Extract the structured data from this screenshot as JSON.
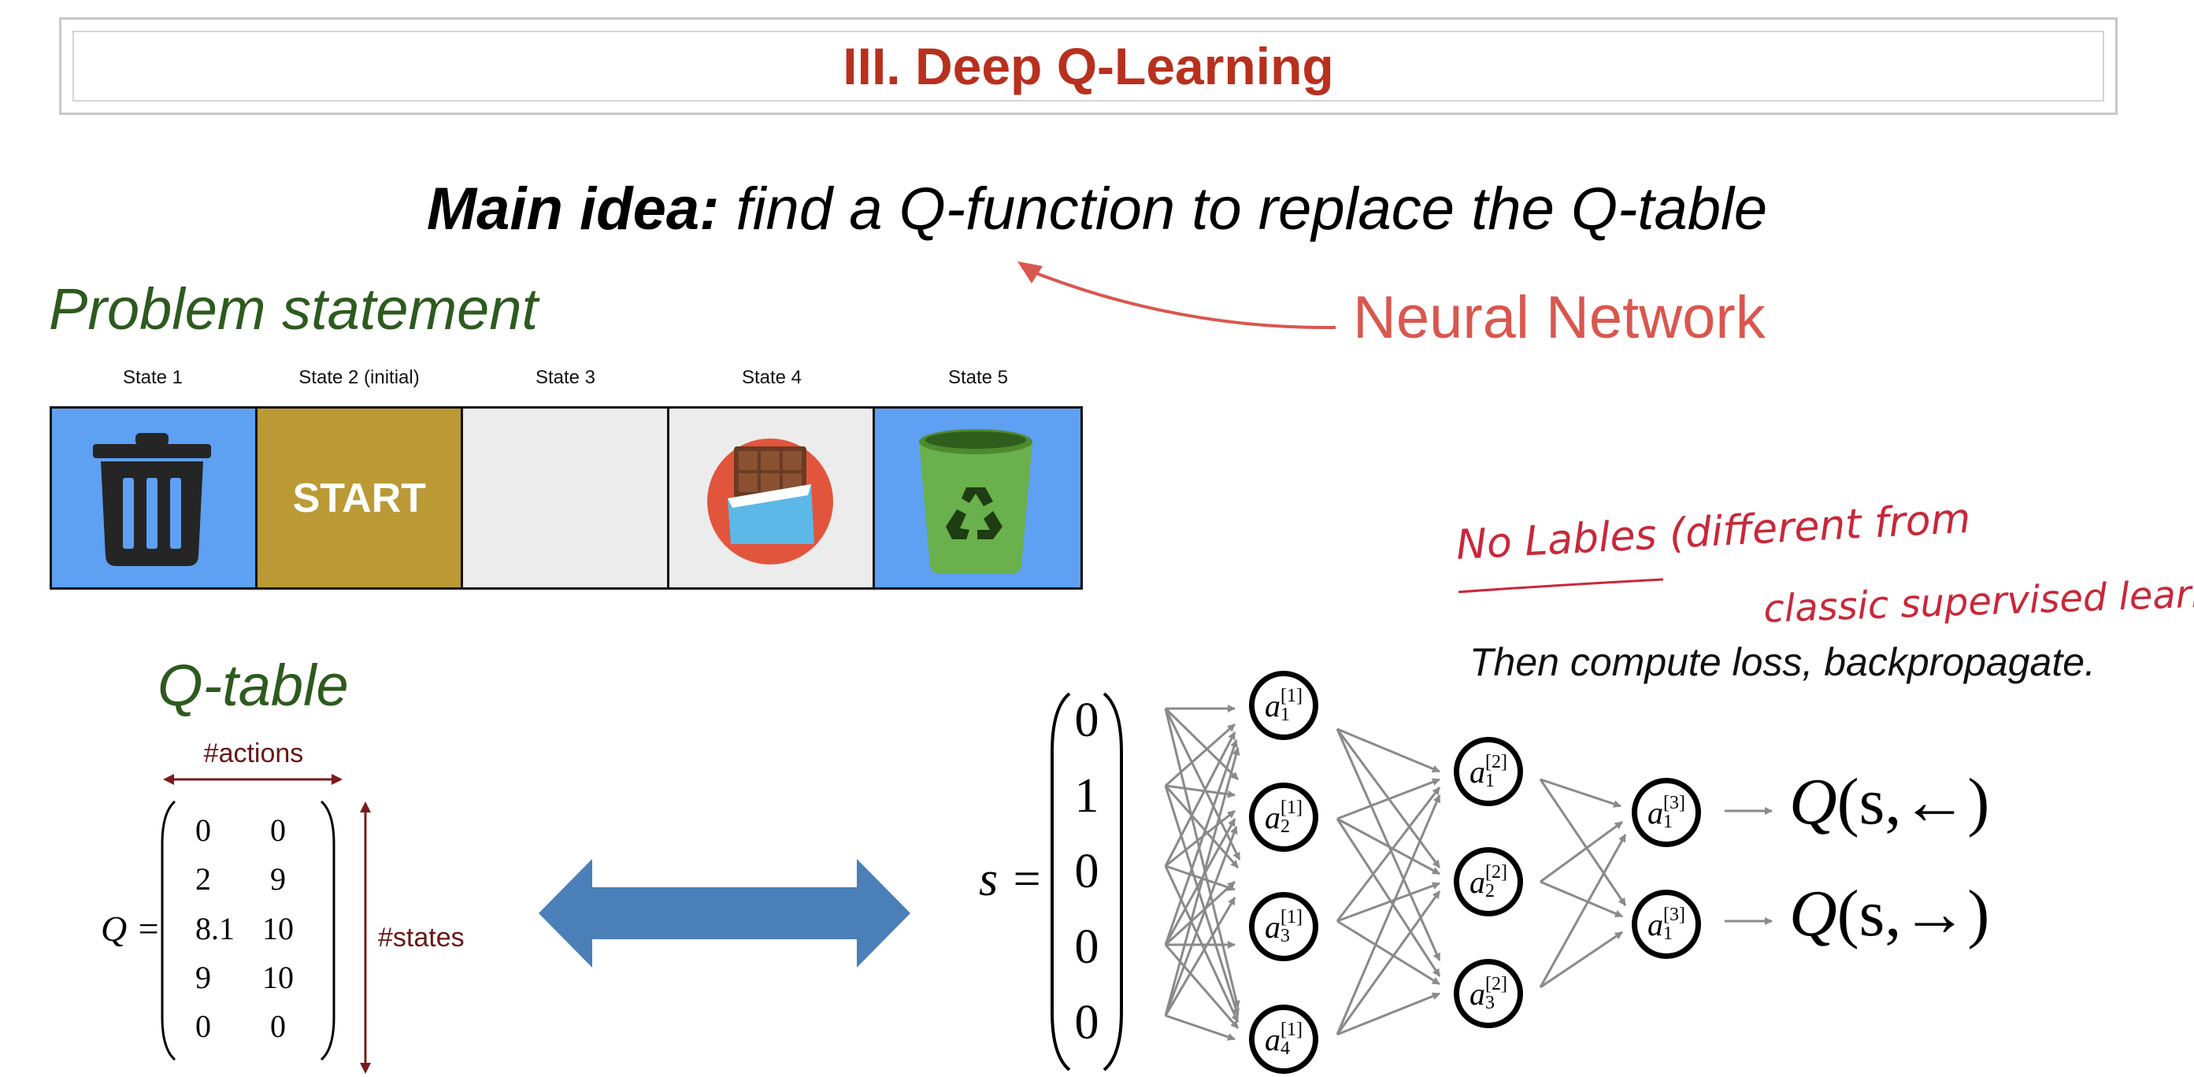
{
  "title": "III. Deep Q-Learning",
  "main_idea": {
    "bold": "Main idea:",
    "rest": " find a Q-function to replace the Q-table"
  },
  "annotation": "Neural Network",
  "problem_heading": "Problem statement",
  "states": [
    "State 1",
    "State 2 (initial)",
    "State 3",
    "State 4",
    "State 5"
  ],
  "start_label": "START",
  "icons": {
    "cell1": "trash-can-icon",
    "cell4": "chocolate-bar-icon",
    "cell5": "recycle-bin-icon"
  },
  "colors": {
    "title": "#b8301e",
    "heading_green": "#2d5a1e",
    "annotation": "#d9574f",
    "cell_blue": "#5ea0f2",
    "start_gold": "#bb9a36",
    "arrow_blue": "#4a7fb8",
    "handwriting": "#c8283a"
  },
  "qtable": {
    "heading": "Q-table",
    "actions_label": "#actions",
    "states_label": "#states",
    "q_symbol": "Q =",
    "rows": [
      [
        "0",
        "0"
      ],
      [
        "2",
        "9"
      ],
      [
        "8.1",
        "10"
      ],
      [
        "9",
        "10"
      ],
      [
        "0",
        "0"
      ]
    ]
  },
  "network": {
    "s_symbol": "s =",
    "s_vector": [
      "0",
      "1",
      "0",
      "0",
      "0"
    ],
    "layer1": [
      [
        "a",
        "1",
        "[1]"
      ],
      [
        "a",
        "2",
        "[1]"
      ],
      [
        "a",
        "3",
        "[1]"
      ],
      [
        "a",
        "4",
        "[1]"
      ]
    ],
    "layer2": [
      [
        "a",
        "1",
        "[2]"
      ],
      [
        "a",
        "2",
        "[2]"
      ],
      [
        "a",
        "3",
        "[2]"
      ]
    ],
    "layer3": [
      [
        "a",
        "1",
        "[3]"
      ],
      [
        "a",
        "1",
        "[3]"
      ]
    ],
    "outputs": [
      {
        "q": "Q",
        "args": "(s,←)"
      },
      {
        "q": "Q",
        "args": "(s,→)"
      }
    ]
  },
  "handwritten_note": {
    "line1": "No Lables (different from",
    "line2": "classic supervised learning)"
  },
  "then_text": "Then compute loss, backpropagate."
}
